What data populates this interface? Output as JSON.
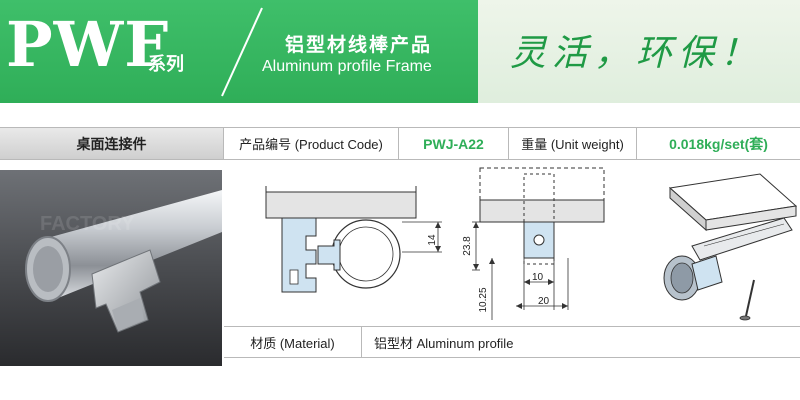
{
  "banner": {
    "brand": "PWF",
    "series": "系列",
    "title_cn": "铝型材线棒产品",
    "title_en": "Aluminum profile Frame",
    "slogan": "灵活，环保！",
    "colors": {
      "green": "#2fae58",
      "light_green": "#e6f1e2",
      "slogan_green": "#1f9a45"
    }
  },
  "spec": {
    "name": "桌面连接件",
    "code_label": "产品编号 (Product Code)",
    "code_value": "PWJ-A22",
    "weight_label": "重量 (Unit weight)",
    "weight_value": "0.018kg/set(套)"
  },
  "dimensions": {
    "height_top": "14",
    "height_total": "23.8",
    "height_bottom": "10.25",
    "width_inner": "10",
    "width_outer": "20"
  },
  "material": {
    "label": "材质 (Material)",
    "value": "铝型材 Aluminum profile"
  }
}
